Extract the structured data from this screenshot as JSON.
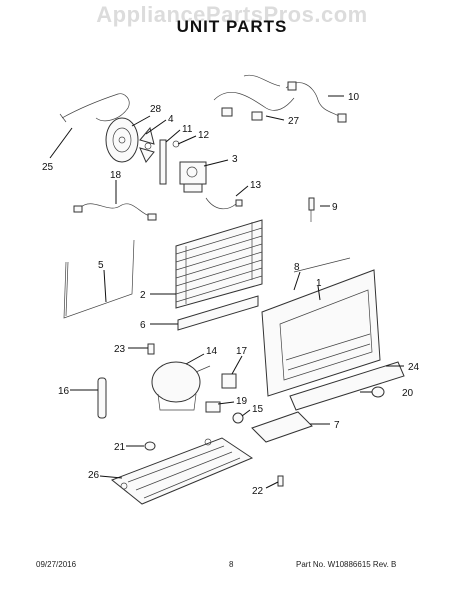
{
  "watermark": "AppliancePartsPros.com",
  "title": "UNIT PARTS",
  "footer": {
    "date": "09/27/2016",
    "page": "8",
    "part_number": "Part No. W10886615  Rev. B"
  },
  "callouts": {
    "c1": "1",
    "c2": "2",
    "c3": "3",
    "c4": "4",
    "c5": "5",
    "c6": "6",
    "c7": "7",
    "c8": "8",
    "c9": "9",
    "c10": "10",
    "c11": "11",
    "c12": "12",
    "c13": "13",
    "c14": "14",
    "c15": "15",
    "c16": "16",
    "c17": "17",
    "c18": "18",
    "c19": "19",
    "c20": "20",
    "c21": "21",
    "c22": "22",
    "c23": "23",
    "c24": "24",
    "c25": "25",
    "c26": "26",
    "c27": "27",
    "c28": "28"
  }
}
